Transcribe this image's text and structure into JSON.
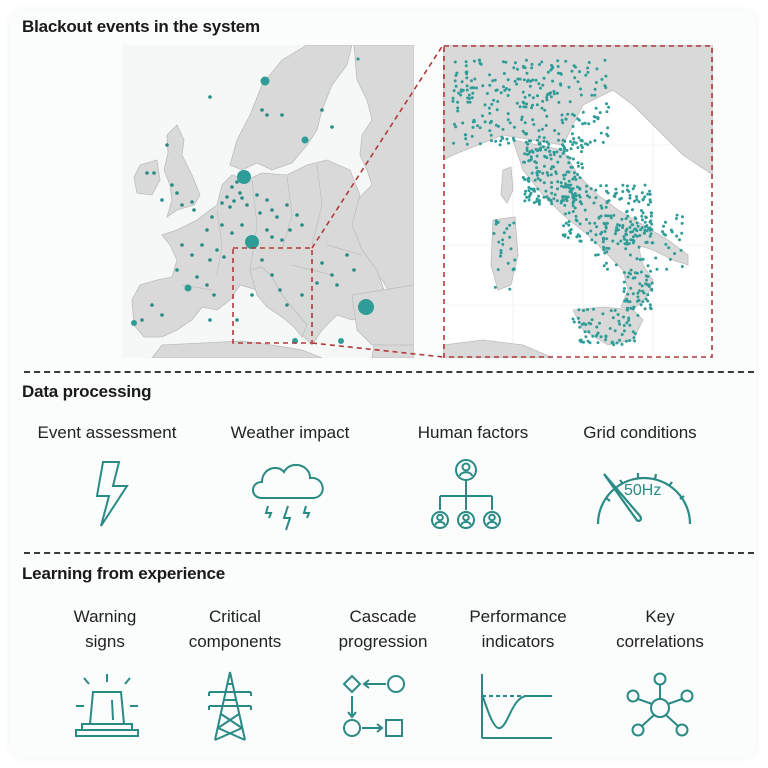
{
  "colors": {
    "accent": "#2a8a85",
    "dot": "#2f9c98",
    "land": "#d9d9d9",
    "border": "#b8b8b8",
    "sea": "#ffffff",
    "highlight_box": "#b03a3a",
    "text": "#1a1a1a"
  },
  "sections": {
    "blackout": {
      "title": "Blackout events in the system",
      "maps": {
        "europe": "Europe overview map with blackout event markers",
        "italy": "Italy zoom inset with dense blackout event markers"
      }
    },
    "processing": {
      "title": "Data processing",
      "items": [
        {
          "label": "Event assessment",
          "icon": "lightning-bolt-icon"
        },
        {
          "label": "Weather impact",
          "icon": "storm-cloud-icon"
        },
        {
          "label": "Human factors",
          "icon": "org-chart-people-icon"
        },
        {
          "label": "Grid conditions",
          "icon": "frequency-gauge-icon",
          "gauge_text": "50Hz"
        }
      ]
    },
    "learning": {
      "title": "Learning from experience",
      "items": [
        {
          "line1": "Warning",
          "line2": "signs",
          "icon": "warning-beacon-icon"
        },
        {
          "line1": "Critical",
          "line2": "components",
          "icon": "transmission-tower-icon"
        },
        {
          "line1": "Cascade",
          "line2": "progression",
          "icon": "cascade-flow-icon"
        },
        {
          "line1": "Performance",
          "line2": "indicators",
          "icon": "performance-curve-icon"
        },
        {
          "line1": "Key",
          "line2": "correlations",
          "icon": "network-hub-icon"
        }
      ]
    }
  }
}
